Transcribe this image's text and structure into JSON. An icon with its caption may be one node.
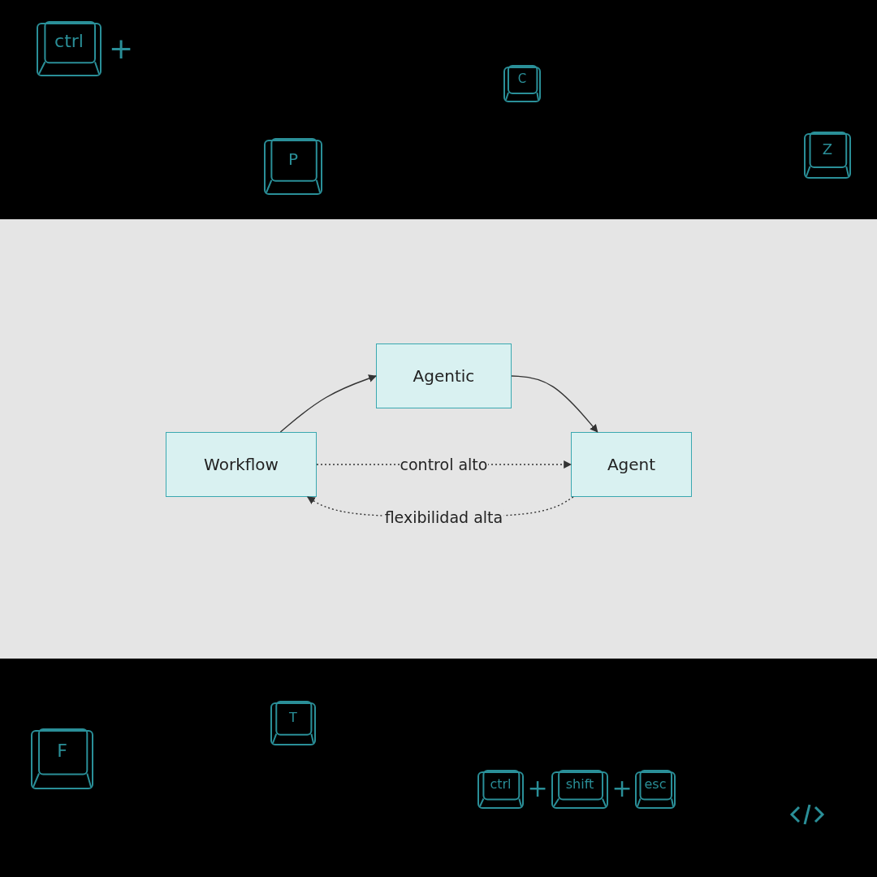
{
  "diagram": {
    "nodes": [
      {
        "text": [
          "Workflow"
        ]
      },
      {
        "text": [
          "Agentic"
        ]
      },
      {
        "text": [
          "Agent"
        ]
      }
    ],
    "edges": [
      {
        "from": 0,
        "to": 1,
        "arrow": "to"
      },
      {
        "from": 1,
        "to": 2,
        "arrow": "to"
      },
      {
        "from": 0,
        "to": 2,
        "arrow": "to",
        "style": "dashed",
        "label": "control alto"
      },
      {
        "from": 2,
        "to": 0,
        "arrow": "to",
        "style": "dashed",
        "label": "flexibilidad alta"
      }
    ],
    "labels": [
      "ctrl",
      "+",
      "C",
      "Z",
      "P",
      "T",
      "F",
      "ctrl",
      "+",
      "shift",
      "+",
      "esc"
    ]
  }
}
